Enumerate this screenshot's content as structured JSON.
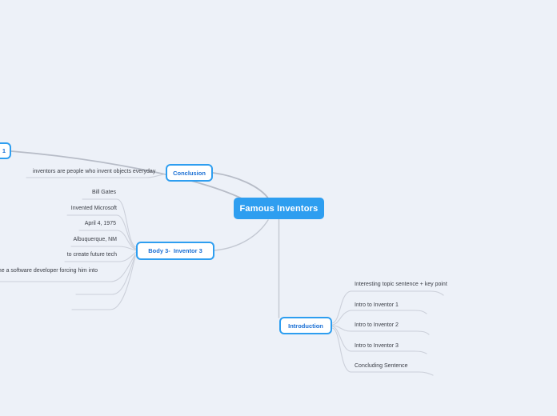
{
  "app": {
    "view": "mind-map-canvas"
  },
  "colors": {
    "background": "#edf1f8",
    "node_fill_blue": "#2e9ef0",
    "node_border_blue": "#2e9ef0",
    "node_text_blue": "#1a6fd4",
    "root_text": "#ffffff",
    "leaf_text": "#3b3e46",
    "connector_gray": "#c3c8d2"
  },
  "root": {
    "label": "Famous Inventors"
  },
  "branches": {
    "body1": {
      "label": "1",
      "note": "node clipped at left viewport edge"
    },
    "conclusion": {
      "label": "Conclusion",
      "children": [
        {
          "label": "inventors are people who invent objects everyday"
        }
      ]
    },
    "body3": {
      "label": "Body 3-  Inventor 3",
      "children": [
        {
          "label": "Bill Gates"
        },
        {
          "label": "Invented Microsoft"
        },
        {
          "label": "April 4, 1975"
        },
        {
          "label": "Albuquerque, NM"
        },
        {
          "label": "to create future tech"
        },
        {
          "label": "became a software developer forcing him into"
        }
      ]
    },
    "introduction": {
      "label": "Introduction",
      "children": [
        {
          "label": "Interesting topic sentence + key point"
        },
        {
          "label": "Intro to Inventor 1"
        },
        {
          "label": "Intro to Inventor 2"
        },
        {
          "label": "Intro to Inventor 3"
        },
        {
          "label": "Concluding Sentence"
        }
      ]
    }
  }
}
